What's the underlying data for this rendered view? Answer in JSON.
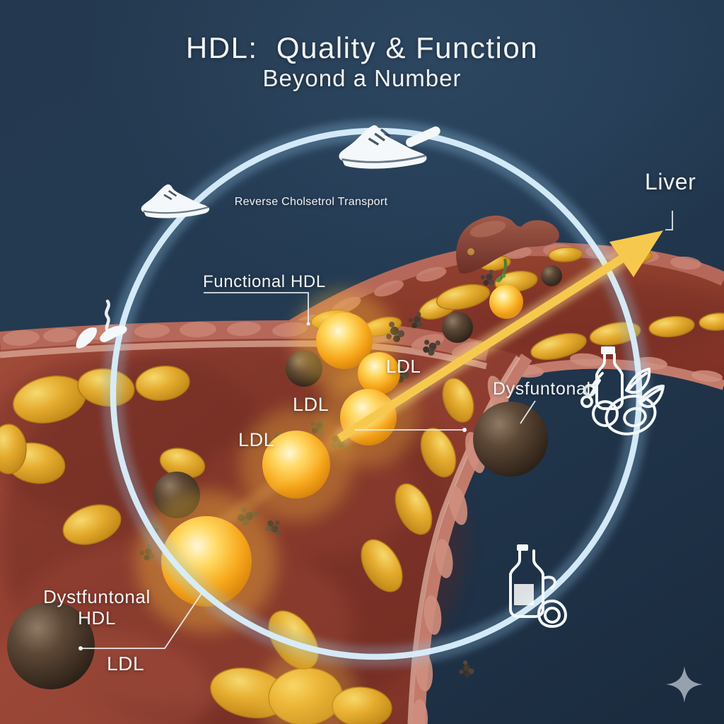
{
  "title": {
    "line1": "HDL:  Quality & Function",
    "line2": "Beyond a Number"
  },
  "labels": {
    "liver": "Liver",
    "reverse_transport": "Reverse Cholsetrol Transport",
    "functional_hdl": "Functional HDL",
    "dysfunctional": "Dysfuntonal",
    "dysfunctional_hdl_line1": "Dystfuntonal",
    "dysfunctional_hdl_line2": "HDL",
    "ldl": "LDL"
  },
  "icons": [
    "running-shoe-top",
    "cigarette-stick",
    "running-shoe-upper-left",
    "broken-cigarette-with-smoke",
    "olive-oil-bottle-with-leaves-olives-avocado",
    "oil-cruet-with-avocado",
    "four-point-sparkle"
  ],
  "scene_elements": [
    "artery-cross-section",
    "plaque-deposits",
    "functional-hdl-glowing-spheres",
    "dysfunctional-hdl-dark-spheres",
    "ldl-particle-clusters",
    "liver-organ",
    "lifestyle-ring",
    "reverse-cholesterol-transport-arrow"
  ],
  "colors": {
    "bg-top": "#24394f",
    "bg-bottom": "#1b2b3e",
    "text": "#f1f4f6",
    "ring": "#d8edfb",
    "arrow": "#f6c94e",
    "sparkle": "#97a1ae",
    "vessel-wall": "#b5685a",
    "vessel-inner": "#8a3a2e",
    "plaque": "#e2a92e",
    "hdl-glow": "#ffd75e",
    "dysfunctional-sphere": "#4c3a2c"
  }
}
